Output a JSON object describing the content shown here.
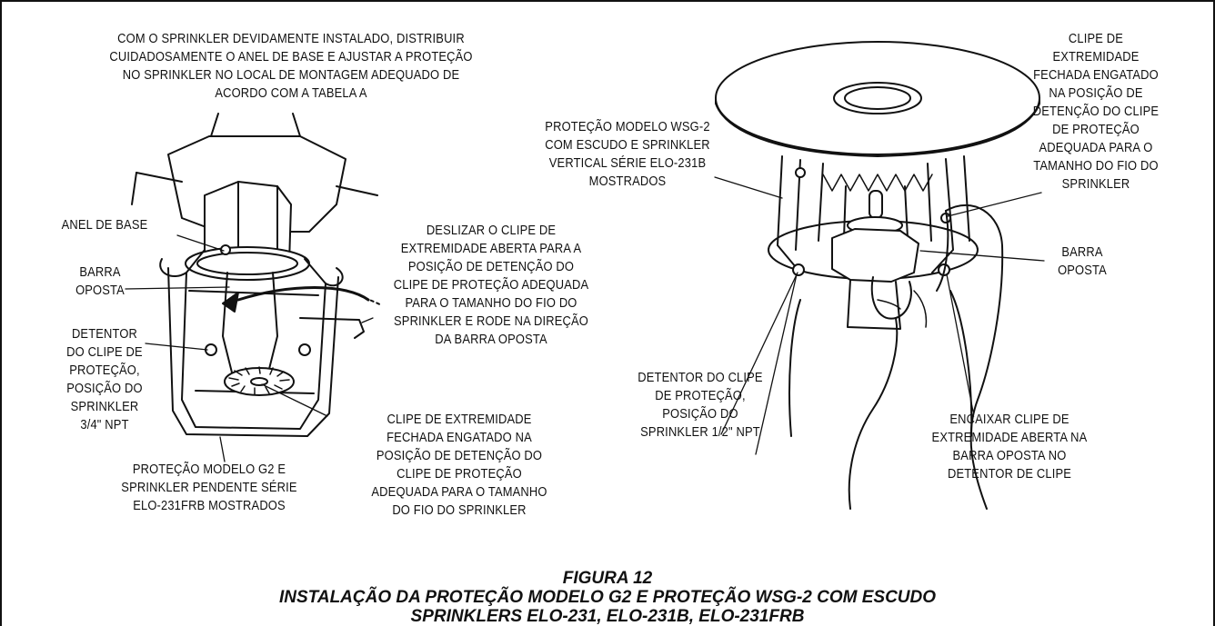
{
  "labels": {
    "top_instruction": "COM O SPRINKLER DEVIDAMENTE INSTALADO, DISTRIBUIR\nCUIDADOSAMENTE O ANEL DE BASE E AJUSTAR A PROTEÇÃO\nNO SPRINKLER NO LOCAL DE MONTAGEM ADEQUADO DE\nACORDO COM A TABELA A",
    "anel_de_base": "ANEL DE BASE",
    "barra_oposta_left": "BARRA\nOPOSTA",
    "detentor_left": "DETENTOR\nDO CLIPE DE\nPROTEÇÃO,\nPOSIÇÃO DO\nSPRINKLER\n3/4\" NPT",
    "deslizar": "DESLIZAR O CLIPE DE\nEXTREMIDADE ABERTA PARA A\nPOSIÇÃO DE DETENÇÃO DO\nCLIPE DE PROTEÇÃO ADEQUADA\nPARA O TAMANHO DO FIO DO\nSPRINKLER E RODE NA DIREÇÃO\nDA BARRA OPOSTA",
    "protecao_g2": "PROTEÇÃO MODELO G2 E\nSPRINKLER PENDENTE SÉRIE\nELO-231FRB MOSTRADOS",
    "clipe_fechada_left": "CLIPE DE EXTREMIDADE\nFECHADA ENGATADO NA\nPOSIÇÃO DE DETENÇÃO DO\nCLIPE DE PROTEÇÃO\nADEQUADA PARA O TAMANHO\nDO FIO DO SPRINKLER",
    "protecao_wsg2": "PROTEÇÃO MODELO WSG-2\nCOM ESCUDO E SPRINKLER\nVERTICAL SÉRIE ELO-231B\nMOSTRADOS",
    "clipe_fechada_right": "CLIPE DE\nEXTREMIDADE\nFECHADA ENGATADO\nNA POSIÇÃO DE\nDETENÇÃO DO CLIPE\nDE PROTEÇÃO\nADEQUADA PARA O\nTAMANHO DO FIO DO\nSPRINKLER",
    "barra_oposta_right": "BARRA\nOPOSTA",
    "detentor_right": "DETENTOR DO CLIPE\nDE PROTEÇÃO,\nPOSIÇÃO DO\nSPRINKLER 1/2\" NPT",
    "encaixar": "ENCAIXAR CLIPE DE\nEXTREMIDADE ABERTA NA\nBARRA OPOSTA NO\nDETENTOR DE CLIPE"
  },
  "caption": {
    "figure": "FIGURA 12",
    "line1": "INSTALAÇÃO DA PROTEÇÃO MODELO G2 E PROTEÇÃO WSG-2 COM ESCUDO",
    "line2": "SPRINKLERS ELO-231, ELO-231B, ELO-231FRB"
  }
}
